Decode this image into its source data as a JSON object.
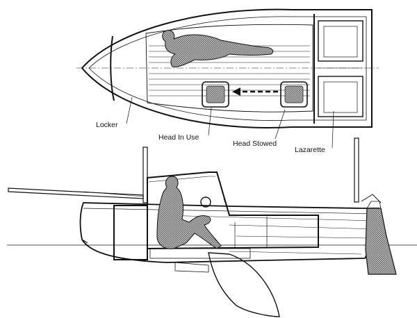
{
  "labels": {
    "locker": "Locker",
    "head_in_use": "Head In Use",
    "head_stowed": "Head Stowed",
    "lazarette": "Lazarette"
  },
  "colors": {
    "line": "#111111",
    "figure_fill": "#9a9a9a",
    "background": "#ffffff"
  }
}
